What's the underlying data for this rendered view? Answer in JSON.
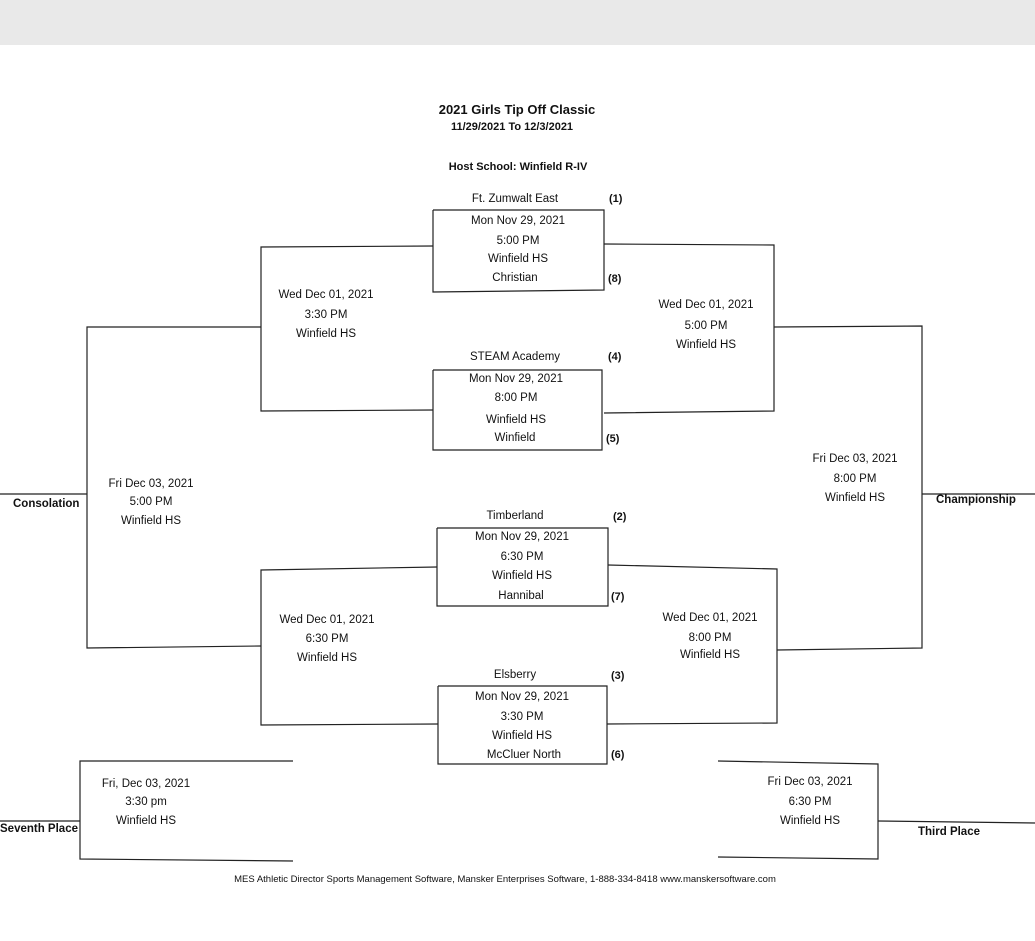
{
  "header": {
    "title": "2021 Girls Tip Off Classic",
    "dates": "11/29/2021 To 12/3/2021",
    "host": "Host School:  Winfield R-IV"
  },
  "first_round": [
    {
      "top_team": "Ft. Zumwalt East",
      "top_seed": "(1)",
      "date": "Mon Nov 29, 2021",
      "time": "5:00 PM",
      "site": "Winfield HS",
      "bottom_team": "Christian",
      "bottom_seed": "(8)"
    },
    {
      "top_team": "STEAM Academy",
      "top_seed": "(4)",
      "date": "Mon Nov 29, 2021",
      "time": "8:00 PM",
      "site": "Winfield HS",
      "bottom_team": "Winfield",
      "bottom_seed": "(5)"
    },
    {
      "top_team": "Timberland",
      "top_seed": "(2)",
      "date": "Mon Nov 29, 2021",
      "time": "6:30 PM",
      "site": "Winfield HS",
      "bottom_team": "Hannibal",
      "bottom_seed": "(7)"
    },
    {
      "top_team": "Elsberry",
      "top_seed": "(3)",
      "date": "Mon Nov 29, 2021",
      "time": "3:30 PM",
      "site": "Winfield HS",
      "bottom_team": "McCluer North",
      "bottom_seed": "(6)"
    }
  ],
  "semis_left": [
    {
      "date": "Wed Dec 01, 2021",
      "time": "3:30 PM",
      "site": "Winfield HS"
    },
    {
      "date": "Wed Dec 01, 2021",
      "time": "6:30 PM",
      "site": "Winfield HS"
    }
  ],
  "semis_right": [
    {
      "date": "Wed Dec 01, 2021",
      "time": "5:00 PM",
      "site": "Winfield HS"
    },
    {
      "date": "Wed Dec 01, 2021",
      "time": "8:00 PM",
      "site": "Winfield HS"
    }
  ],
  "finals": {
    "consolation": {
      "label": "Consolation",
      "date": "Fri Dec 03, 2021",
      "time": "5:00 PM",
      "site": "Winfield HS"
    },
    "championship": {
      "label": "Championship",
      "date": "Fri Dec 03, 2021",
      "time": "8:00 PM",
      "site": "Winfield HS"
    },
    "seventh": {
      "label": "Seventh Place",
      "date": "Fri, Dec 03, 2021",
      "time": "3:30 pm",
      "site": "Winfield HS"
    },
    "third": {
      "label": "Third Place",
      "date": "Fri Dec 03, 2021",
      "time": "6:30 PM",
      "site": "Winfield HS"
    }
  },
  "footer": "MES Athletic Director Sports Management Software, Mansker Enterprises Software, 1-888-334-8418   www.manskersoftware.com"
}
